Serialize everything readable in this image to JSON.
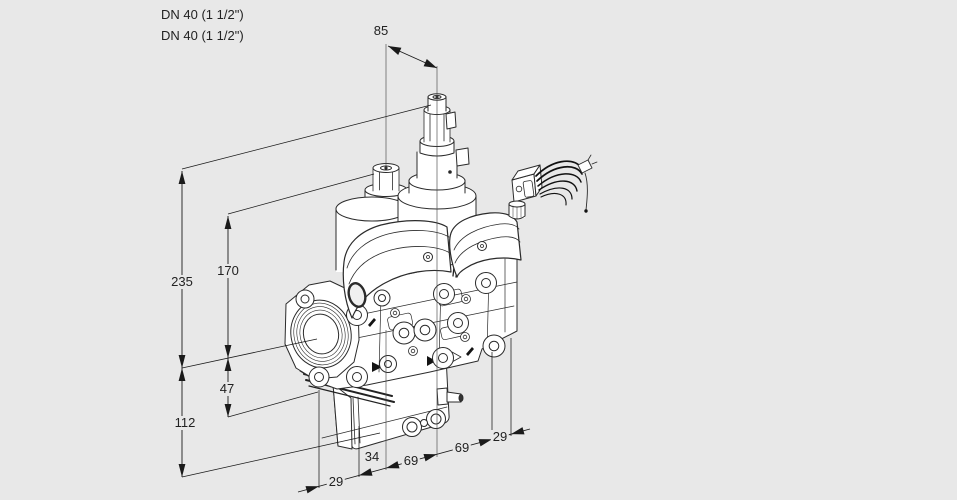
{
  "figure": {
    "type": "technical-dimension-drawing",
    "subject": "dual solenoid gas valve, isometric view"
  },
  "colors": {
    "background": "#e8e8e8",
    "line": "#2b2b2b",
    "dimension_line": "#1a1a1a",
    "fill": "#ffffff",
    "text": "#222222"
  },
  "titles": {
    "dn_line1": "DN 40 (1 1/2\")",
    "dn_line2": "DN 40 (1 1/2\")"
  },
  "dimensions": {
    "d85": "85",
    "d235": "235",
    "d170": "170",
    "d47": "47",
    "d112": "112",
    "d29_left": "29",
    "d34": "34",
    "d69_a": "69",
    "d69_b": "69",
    "d29_right": "29"
  }
}
